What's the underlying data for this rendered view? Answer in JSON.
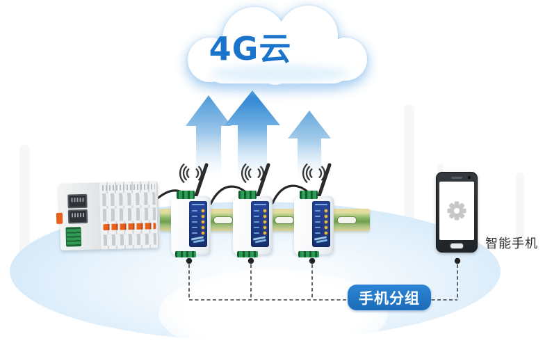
{
  "cloud": {
    "label": "4G云"
  },
  "arrows": {
    "count": 3,
    "direction": "up"
  },
  "dtu_devices": {
    "count": 3,
    "led_rows_per_device": 5
  },
  "phone": {
    "label": "智能手机",
    "screen_icon": "gear-icon"
  },
  "group_badge": {
    "label": "手机分组"
  },
  "connectors": {
    "dots": 4,
    "style": "dashed"
  },
  "icons": {
    "wifi": "wifi-signal-icon",
    "antenna": "antenna-icon",
    "gear": "gear-icon"
  },
  "colors": {
    "cloud_text": "#1a74cc",
    "badge_bg": "#1f78c8",
    "arrow_blue_light": "#4d9bd9",
    "arrow_blue_dark": "#1f7ccf",
    "device_panel_navy": "#1c3a85",
    "led_amber": "#f5b93e",
    "terminal_green": "#2f9c55",
    "rail_green": "#6f9e4f",
    "ground_ellipse_blue": "#c7e0f5",
    "dashed_line": "#3c3c3c"
  }
}
